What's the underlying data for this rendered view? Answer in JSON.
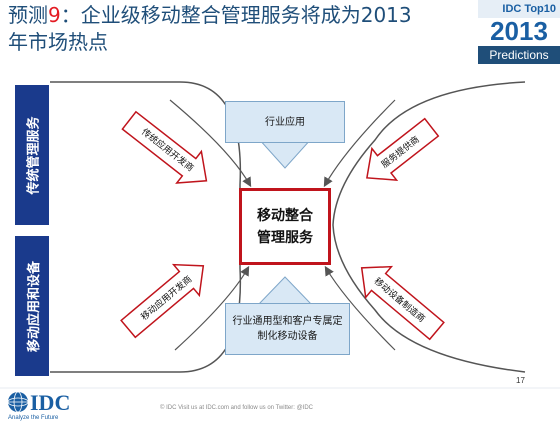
{
  "title": {
    "prefix": "预测",
    "number": "9",
    "suffix": "：企业级移动整合管理服务将成为2013",
    "line2": "年市场热点"
  },
  "badge": {
    "top": "IDC Top10",
    "year": "2013",
    "bottom": "Predictions"
  },
  "side_boxes": {
    "upper": "传统管理服务",
    "lower": "移动应用和设备"
  },
  "boxes": {
    "top": "行业应用",
    "bottom_line1": "行业通用型和客户专属定",
    "bottom_line2": "制化移动设备"
  },
  "center": {
    "line1": "移动整合",
    "line2": "管理服务"
  },
  "arrow_labels": {
    "upper_left": "传统应用开发商",
    "upper_right": "服务提供商",
    "lower_left": "移动应用开发商",
    "lower_right": "移动设备制造商"
  },
  "footer": {
    "note": "© IDC   Visit us at IDC.com and follow us on Twitter: @IDC",
    "page": "17",
    "logo_text": "IDC",
    "logo_tagline": "Analyze the Future"
  },
  "colors": {
    "title": "#1f4e79",
    "highlight": "#e31b23",
    "side_box": "#1a3a8c",
    "center_border": "#c0141c",
    "arrow_fill": "#d9e8f5",
    "arrow_stroke": "#c0141c"
  }
}
